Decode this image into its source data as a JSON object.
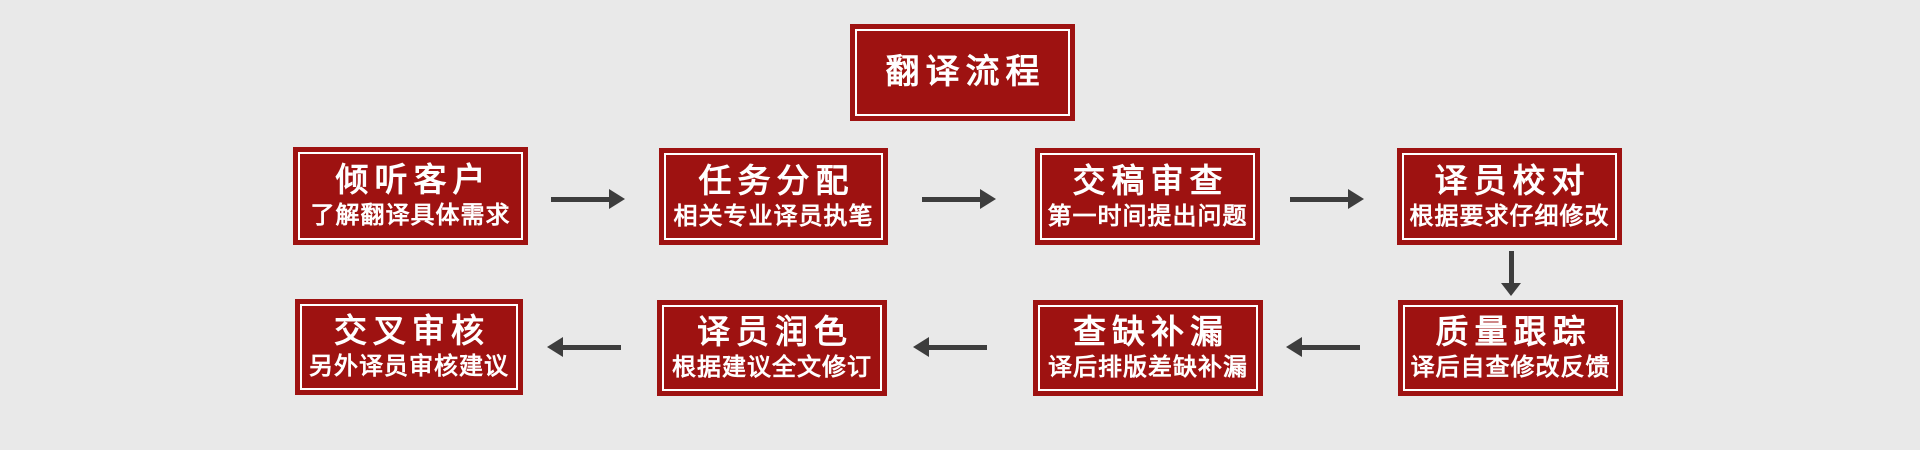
{
  "page": {
    "background": "#e9e9e9"
  },
  "colors": {
    "box_red": "#9e1211",
    "border_white": "#ffffff",
    "text": "#ffffff",
    "arrow": "#3d3d3d"
  },
  "title": {
    "label": "翻译流程"
  },
  "steps": [
    {
      "title": "倾听客户",
      "subtitle": "了解翻译具体需求"
    },
    {
      "title": "任务分配",
      "subtitle": "相关专业译员执笔"
    },
    {
      "title": "交稿审查",
      "subtitle": "第一时间提出问题"
    },
    {
      "title": "译员校对",
      "subtitle": "根据要求仔细修改"
    },
    {
      "title": "质量跟踪",
      "subtitle": "译后自查修改反馈"
    },
    {
      "title": "查缺补漏",
      "subtitle": "译后排版差缺补漏"
    },
    {
      "title": "译员润色",
      "subtitle": "根据建议全文修订"
    },
    {
      "title": "交叉审核",
      "subtitle": "另外译员审核建议"
    }
  ],
  "arrows": [
    {
      "from": 1,
      "to": 2,
      "direction": "right"
    },
    {
      "from": 2,
      "to": 3,
      "direction": "right"
    },
    {
      "from": 3,
      "to": 4,
      "direction": "right"
    },
    {
      "from": 4,
      "to": 5,
      "direction": "down"
    },
    {
      "from": 5,
      "to": 6,
      "direction": "left"
    },
    {
      "from": 6,
      "to": 7,
      "direction": "left"
    },
    {
      "from": 7,
      "to": 8,
      "direction": "left"
    }
  ]
}
